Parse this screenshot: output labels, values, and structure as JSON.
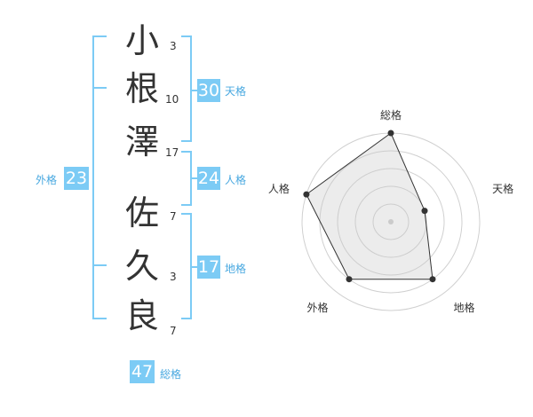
{
  "name": {
    "chars": [
      {
        "char": "小",
        "strokes": "3"
      },
      {
        "char": "根",
        "strokes": "10"
      },
      {
        "char": "澤",
        "strokes": "17"
      },
      {
        "char": "佐",
        "strokes": "7"
      },
      {
        "char": "久",
        "strokes": "3"
      },
      {
        "char": "良",
        "strokes": "7"
      }
    ]
  },
  "fortunes": {
    "tenkaku": {
      "label": "天格",
      "value": "30"
    },
    "jinkaku": {
      "label": "人格",
      "value": "24"
    },
    "chikaku": {
      "label": "地格",
      "value": "17"
    },
    "gaikaku": {
      "label": "外格",
      "value": "23"
    },
    "soukaku": {
      "label": "総格",
      "value": "47"
    }
  },
  "colors": {
    "accent": "#7ccbf5",
    "accent_text": "#48a8e0",
    "text": "#333333"
  },
  "chart_data": {
    "type": "radar",
    "axes": [
      "総格",
      "天格",
      "地格",
      "外格",
      "人格"
    ],
    "values": [
      5,
      2,
      4,
      4,
      5
    ],
    "rlim": [
      0,
      5
    ],
    "rings": 5,
    "grid": true,
    "legend": "none"
  }
}
